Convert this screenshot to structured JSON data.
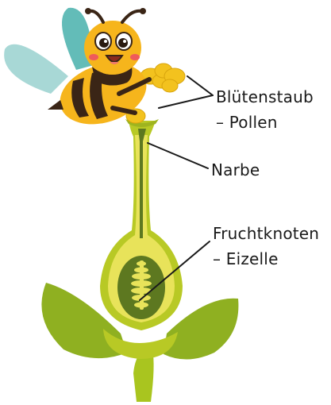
{
  "labels": {
    "pollen_line1": "Blütenstaub",
    "pollen_line2": "– Pollen",
    "stigma": "Narbe",
    "ovary_line1": "Fruchtknoten",
    "ovary_line2": "– Eizelle"
  },
  "illustration": {
    "subjects": [
      "bee",
      "flower-pistil-cross-section",
      "pollen-grains"
    ],
    "colors": {
      "bee_yellow": "#f6b51c",
      "bee_stripe": "#3a2516",
      "wing": "#7fc9c6",
      "pollen": "#f3c21e",
      "petal": "#9ab521",
      "pistil_light": "#e7e356",
      "pistil_dark": "#58701c",
      "ovule": "#e7e356"
    }
  }
}
